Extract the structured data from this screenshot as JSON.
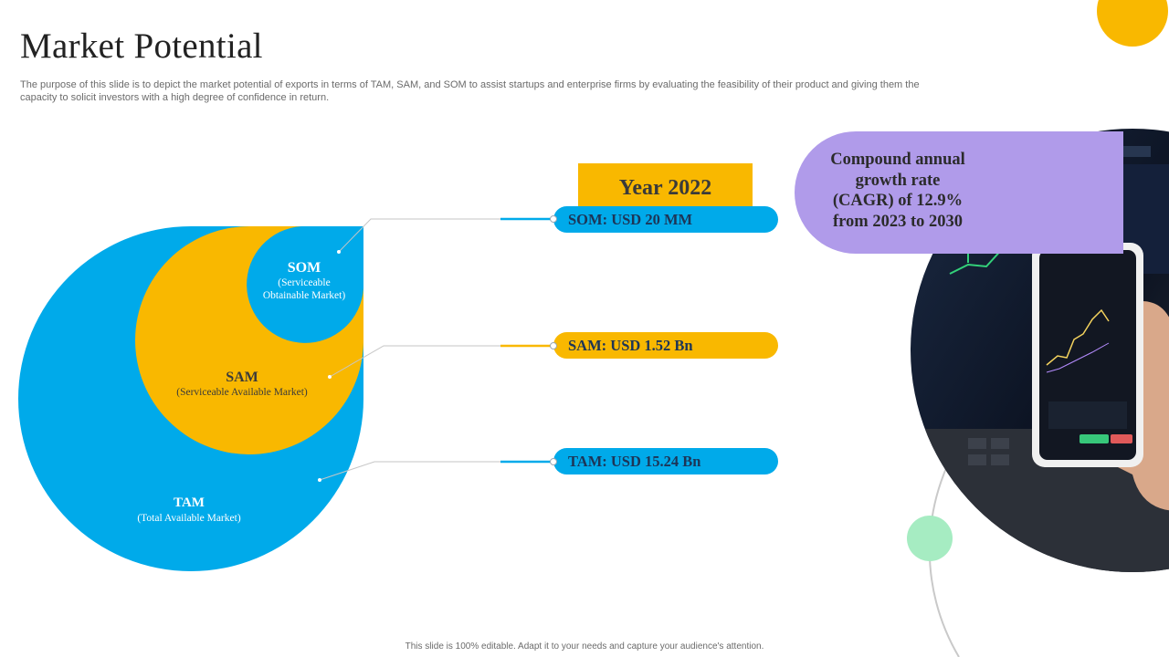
{
  "slide": {
    "title": "Market Potential",
    "subtitle": "The purpose of this slide is to depict the market potential of exports in terms of TAM,  SAM,  and SOM to  assist startups and enterprise firms by evaluating the feasibility of their product and giving them the capacity to  solicit investors with a high degree of confidence in return.",
    "footer": "This slide is 100% editable.  Adapt it to your needs and capture your audience's attention."
  },
  "diagram": {
    "som": {
      "title": "SOM",
      "line1": "(Serviceable",
      "line2": "Obtainable Market)"
    },
    "sam": {
      "title": "SAM",
      "sub": "(Serviceable Available Market)"
    },
    "tam": {
      "title": "TAM",
      "sub": "(Total Available Market)"
    }
  },
  "year": "Year 2022",
  "pills": {
    "som": "SOM: USD 20 MM",
    "sam": "SAM: USD 1.52 Bn",
    "tam": "TAM: USD 15.24 Bn"
  },
  "cagr": {
    "lines": [
      "Compound annual",
      "growth rate",
      "(CAGR) of 12.9%",
      "from 2023 to 2030"
    ]
  },
  "colors": {
    "blue": "#00aaea",
    "yellow": "#f9b800",
    "purple": "#b09bea",
    "green": "#a6ecc2",
    "navy": "#1d3557"
  },
  "image": {
    "icon": "stock-trading-phone-photo"
  }
}
